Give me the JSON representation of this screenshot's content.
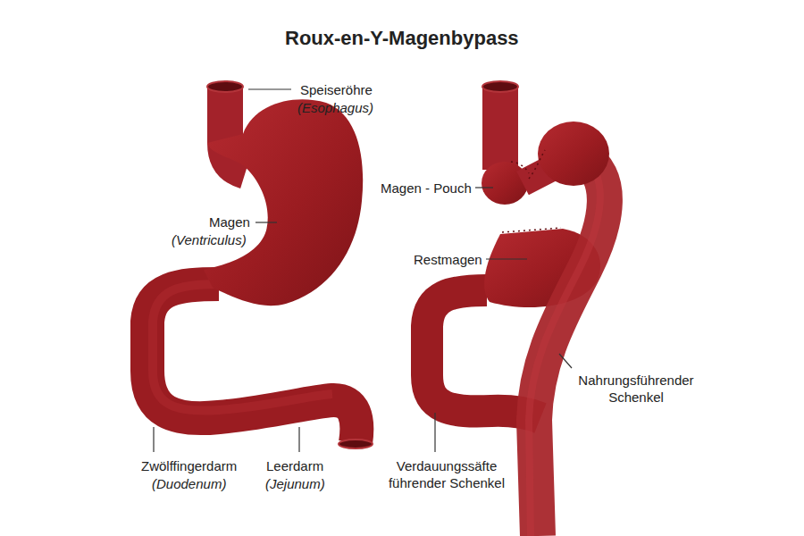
{
  "diagram": {
    "title": "Roux-en-Y-Magenbypass",
    "labels": [
      "Speiseröhre",
      "(Esophagus)",
      "Magen",
      "(Ventriculus)",
      "Zwölffingerdarm",
      "(Duodenum)",
      "Leerdarm",
      "(Jejunum)",
      "Magen - Pouch",
      "Restmagen",
      "Nahrungsführender Schenkel",
      "Verdauungssäfte führender Schenkel"
    ]
  }
}
